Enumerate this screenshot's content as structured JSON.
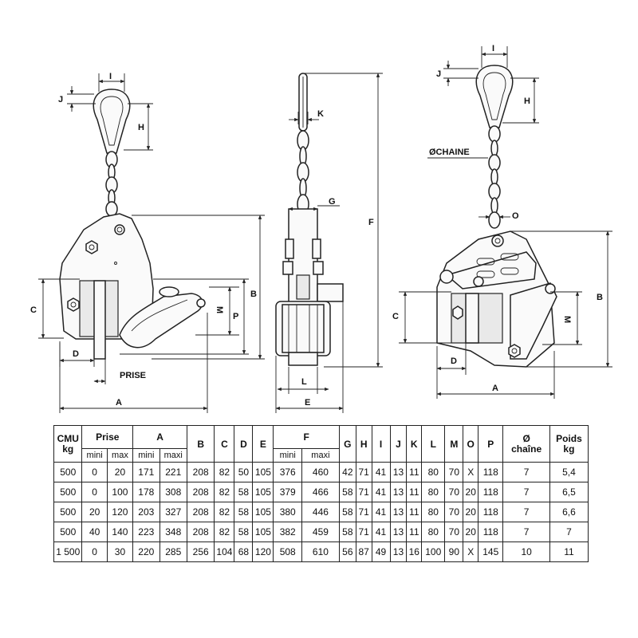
{
  "drawing": {
    "labels": {
      "I": "I",
      "J": "J",
      "H": "H",
      "C": "C",
      "D": "D",
      "M": "M",
      "P": "P",
      "B": "B",
      "A": "A",
      "prise": "PRISE",
      "K": "K",
      "F": "F",
      "G": "G",
      "L": "L",
      "E": "E",
      "O": "O",
      "chaine": "ØCHAINE"
    }
  },
  "table": {
    "headers": {
      "cmu": [
        "CMU",
        "kg"
      ],
      "prise": "Prise",
      "a": "A",
      "b": "B",
      "c": "C",
      "d": "D",
      "e": "E",
      "f": "F",
      "g": "G",
      "h": "H",
      "i": "I",
      "j": "J",
      "k": "K",
      "l": "L",
      "m": "M",
      "o": "O",
      "p": "P",
      "chaine": [
        "Ø",
        "chaîne"
      ],
      "poids": [
        "Poids",
        "kg"
      ],
      "mini": "mini",
      "max": "max",
      "maxi": "maxi"
    },
    "rows": [
      [
        "500",
        "0",
        "20",
        "171",
        "221",
        "208",
        "82",
        "50",
        "105",
        "376",
        "460",
        "42",
        "71",
        "41",
        "13",
        "11",
        "80",
        "70",
        "X",
        "118",
        "7",
        "5,4"
      ],
      [
        "500",
        "0",
        "100",
        "178",
        "308",
        "208",
        "82",
        "58",
        "105",
        "379",
        "466",
        "58",
        "71",
        "41",
        "13",
        "11",
        "80",
        "70",
        "20",
        "118",
        "7",
        "6,5"
      ],
      [
        "500",
        "20",
        "120",
        "203",
        "327",
        "208",
        "82",
        "58",
        "105",
        "380",
        "446",
        "58",
        "71",
        "41",
        "13",
        "11",
        "80",
        "70",
        "20",
        "118",
        "7",
        "6,6"
      ],
      [
        "500",
        "40",
        "140",
        "223",
        "348",
        "208",
        "82",
        "58",
        "105",
        "382",
        "459",
        "58",
        "71",
        "41",
        "13",
        "11",
        "80",
        "70",
        "20",
        "118",
        "7",
        "7"
      ],
      [
        "1 500",
        "0",
        "30",
        "220",
        "285",
        "256",
        "104",
        "68",
        "120",
        "508",
        "610",
        "56",
        "87",
        "49",
        "13",
        "16",
        "100",
        "90",
        "X",
        "145",
        "10",
        "11"
      ]
    ]
  }
}
